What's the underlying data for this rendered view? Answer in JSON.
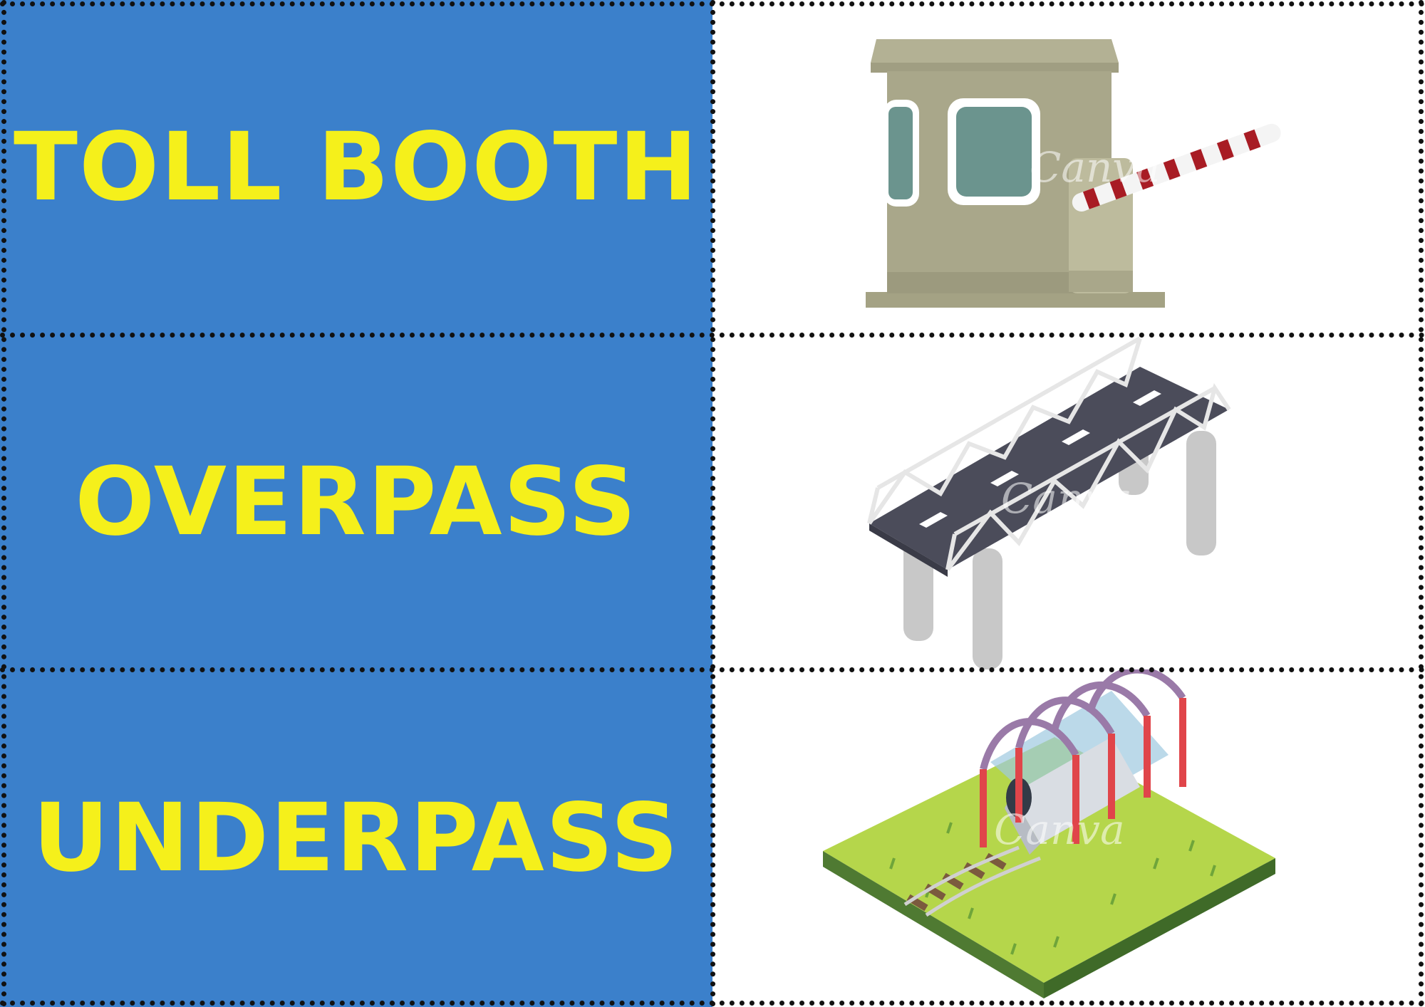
{
  "cards": [
    {
      "label": "TOLL BOOTH",
      "picture_icon": "toll-booth-illustration",
      "watermark": "Canva"
    },
    {
      "label": "OVERPASS",
      "picture_icon": "overpass-bridge-illustration",
      "watermark": "Canva"
    },
    {
      "label": "UNDERPASS",
      "picture_icon": "train-underpass-illustration",
      "watermark": "Canva"
    }
  ],
  "colors": {
    "label_background": "#3b80cb",
    "label_text": "#f5f01b",
    "cut_line": "#111111"
  }
}
